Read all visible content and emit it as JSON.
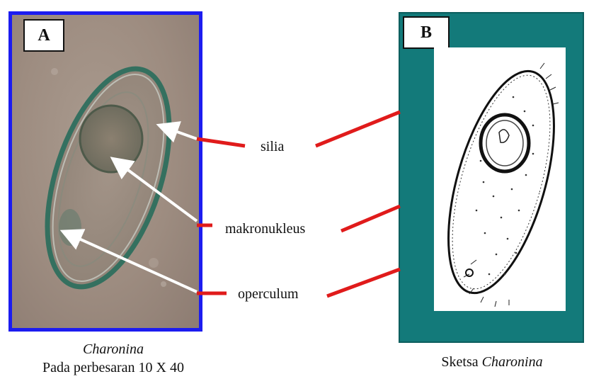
{
  "panel_a": {
    "letter": "A",
    "border_color": "#1c1cf0"
  },
  "panel_b": {
    "letter": "B",
    "background_color": "#137a7a"
  },
  "labels": {
    "silia": "silia",
    "makronukleus": "makronukleus",
    "operculum": "operculum"
  },
  "captions": {
    "a_title": "Charonina",
    "a_subtitle": "Pada perbesaran 10 X 40",
    "b_prefix": "Sketsa ",
    "b_italic": "Charonina"
  },
  "colors": {
    "connector": "#e01b1b",
    "pointer": "#ffffff"
  }
}
